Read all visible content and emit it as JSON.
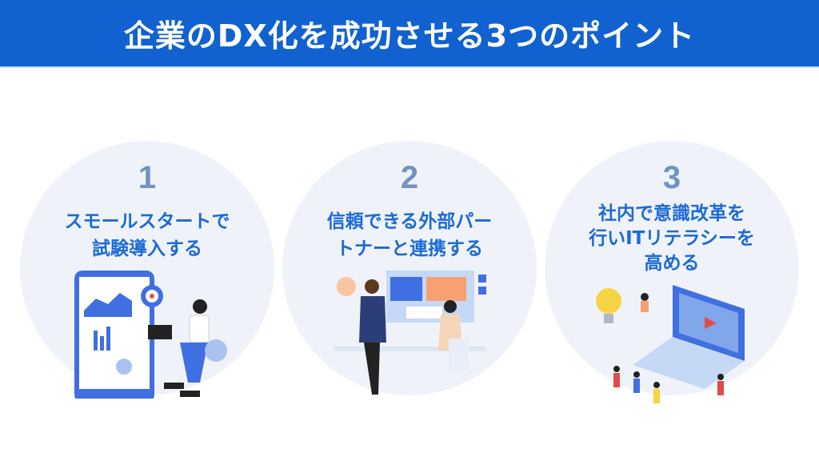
{
  "header": {
    "title": "企業のDX化を成功させる3つのポイント"
  },
  "points": [
    {
      "number": "1",
      "title_lines": [
        "スモールスタートで",
        "試験導入する"
      ]
    },
    {
      "number": "2",
      "title_lines": [
        "信頼できる外部パー",
        "トナーと連携する"
      ]
    },
    {
      "number": "3",
      "title_lines": [
        "社内で意識改革を",
        "行いITリテラシーを",
        "高める"
      ]
    }
  ],
  "colors": {
    "header": "#1162d0",
    "circle": "#eff3f9",
    "number": "#6f93c3",
    "title": "#1d6ad6"
  }
}
